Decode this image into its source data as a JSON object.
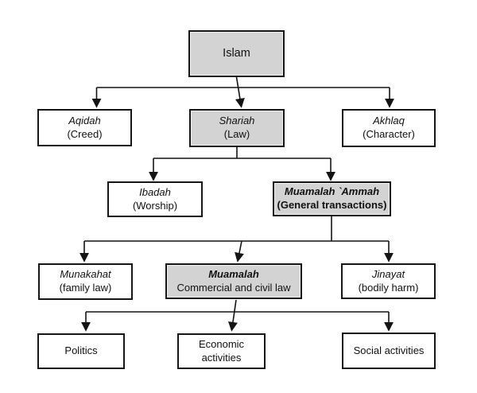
{
  "diagram": {
    "description": "Hierarchy diagram of Islam: creed, law and character, with subdivisions of law",
    "nodes": {
      "islam": {
        "line1": "Islam"
      },
      "aqidah": {
        "line1": "Aqidah",
        "line2": "(Creed)"
      },
      "shariah": {
        "line1": "Shariah",
        "line2": "(Law)"
      },
      "akhlaq": {
        "line1": "Akhlaq",
        "line2": "(Character)"
      },
      "ibadah": {
        "line1": "Ibadah",
        "line2": "(Worship)"
      },
      "muamalah_ammah": {
        "line1": "Muamalah `Ammah",
        "line2": "(General transactions)"
      },
      "munakahat": {
        "line1": "Munakahat",
        "line2": "(family law)"
      },
      "muamalah": {
        "line1": "Muamalah",
        "line2": "Commercial and civil law"
      },
      "jinayat": {
        "line1": "Jinayat",
        "line2": "(bodily harm)"
      },
      "politics": {
        "line1": "Politics"
      },
      "economic": {
        "line1": "Economic",
        "line2": "activities"
      },
      "social": {
        "line1": "Social activities"
      }
    },
    "colors": {
      "highlight_fill": "#d3d3d3",
      "node_fill": "#ffffff",
      "border": "#161616",
      "connector": "#141414",
      "background": "#ffffff"
    }
  }
}
